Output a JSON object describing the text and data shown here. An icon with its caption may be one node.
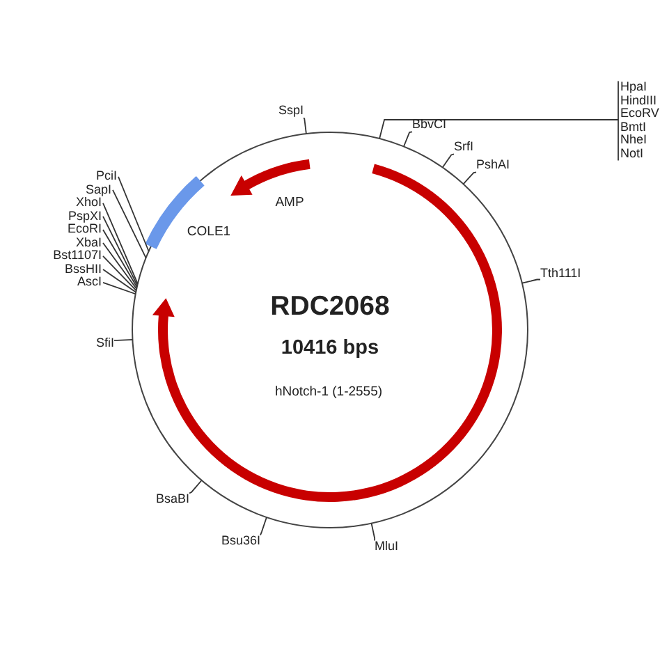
{
  "diagram": {
    "title": "RDC2068",
    "nodes": [
      {
        "text": [
          "SspI"
        ]
      },
      {
        "text": [
          "HpaI"
        ]
      },
      {
        "text": [
          "HindIII"
        ]
      },
      {
        "text": [
          "EcoRV"
        ]
      },
      {
        "text": [
          "BmtI"
        ]
      },
      {
        "text": [
          "NheI"
        ]
      },
      {
        "text": [
          "NotI"
        ]
      },
      {
        "text": [
          "BbvCI"
        ]
      },
      {
        "text": [
          "SrfI"
        ]
      },
      {
        "text": [
          "PshAI"
        ]
      },
      {
        "text": [
          "Tth111I"
        ]
      },
      {
        "text": [
          "MluI"
        ]
      },
      {
        "text": [
          "Bsu36I"
        ]
      },
      {
        "text": [
          "BsaBI"
        ]
      },
      {
        "text": [
          "SfiI"
        ]
      },
      {
        "text": [
          "AscI"
        ]
      },
      {
        "text": [
          "BssHII"
        ]
      },
      {
        "text": [
          "Bst1107I"
        ]
      },
      {
        "text": [
          "XbaI"
        ]
      },
      {
        "text": [
          "EcoRI"
        ]
      },
      {
        "text": [
          "PspXI"
        ]
      },
      {
        "text": [
          "XhoI"
        ]
      },
      {
        "text": [
          "SapI"
        ]
      },
      {
        "text": [
          "PciI"
        ]
      }
    ],
    "edges": [
      {
        "from": 0,
        "to": null,
        "arrow": "none"
      },
      {
        "from": 1,
        "to": null,
        "arrow": "none"
      },
      {
        "from": 2,
        "to": null,
        "arrow": "none"
      },
      {
        "from": 3,
        "to": null,
        "arrow": "none"
      },
      {
        "from": 4,
        "to": null,
        "arrow": "none"
      },
      {
        "from": 5,
        "to": null,
        "arrow": "none"
      },
      {
        "from": 6,
        "to": null,
        "arrow": "none"
      },
      {
        "from": 7,
        "to": null,
        "arrow": "none"
      },
      {
        "from": 8,
        "to": null,
        "arrow": "none"
      },
      {
        "from": 9,
        "to": null,
        "arrow": "none"
      },
      {
        "from": 10,
        "to": null,
        "arrow": "none"
      },
      {
        "from": 11,
        "to": null,
        "arrow": "none"
      },
      {
        "from": 12,
        "to": null,
        "arrow": "none"
      },
      {
        "from": 13,
        "to": null,
        "arrow": "none"
      },
      {
        "from": 14,
        "to": null,
        "arrow": "none"
      },
      {
        "from": 15,
        "to": null,
        "arrow": "none"
      },
      {
        "from": 16,
        "to": null,
        "arrow": "none"
      },
      {
        "from": 17,
        "to": null,
        "arrow": "none"
      },
      {
        "from": 18,
        "to": null,
        "arrow": "none"
      },
      {
        "from": 19,
        "to": null,
        "arrow": "none"
      },
      {
        "from": 20,
        "to": null,
        "arrow": "none"
      },
      {
        "from": 21,
        "to": null,
        "arrow": "none"
      },
      {
        "from": 22,
        "to": null,
        "arrow": "none"
      },
      {
        "from": 23,
        "to": null,
        "arrow": "none"
      }
    ],
    "labels": [
      "AMP",
      "COLE1",
      "10416 bps",
      "hNotch-1 (1-2555)"
    ]
  }
}
